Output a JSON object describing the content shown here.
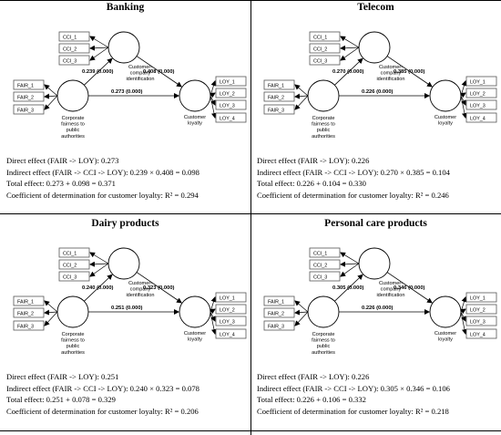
{
  "panels": [
    {
      "title": "Banking",
      "ind_fair": [
        "FAIR_1",
        "FAIR_2",
        "FAIR_3"
      ],
      "ind_cci": [
        "CCI_1",
        "CCI_2",
        "CCI_3"
      ],
      "ind_loy": [
        "LOY_1",
        "LOY_2",
        "LOY_3",
        "LOY_4"
      ],
      "fair_label": [
        "Corporate",
        "fairness to",
        "public",
        "authorities"
      ],
      "cci_label": [
        "Customer-",
        "company",
        "identification"
      ],
      "loy_label": [
        "Customer",
        "loyalty"
      ],
      "path_fair_cci": "0.239 (0.000)",
      "path_cci_loy": "0.408 (0.000)",
      "path_fair_loy": "0.273 (0.000)",
      "stats": [
        "Direct effect (FAIR -> LOY): 0.273",
        "Indirect effect (FAIR -> CCI -> LOY): 0.239 × 0.408 = 0.098",
        "Total effect: 0.273 + 0.098 = 0.371",
        "Coefficient of determination for customer loyalty: R² = 0.294"
      ]
    },
    {
      "title": "Telecom",
      "ind_fair": [
        "FAIR_1",
        "FAIR_2",
        "FAIR_3"
      ],
      "ind_cci": [
        "CCI_1",
        "CCI_2",
        "CCI_3"
      ],
      "ind_loy": [
        "LOY_1",
        "LOY_2",
        "LOY_3",
        "LOY_4"
      ],
      "fair_label": [
        "Corporate",
        "fairness to",
        "public",
        "authorities"
      ],
      "cci_label": [
        "Customer-",
        "company",
        "identification"
      ],
      "loy_label": [
        "Customer",
        "loyalty"
      ],
      "path_fair_cci": "0.270 (0.000)",
      "path_cci_loy": "0.385 (0.000)",
      "path_fair_loy": "0.226 (0.000)",
      "stats": [
        "Direct effect (FAIR -> LOY): 0.226",
        "Indirect effect (FAIR -> CCI -> LOY): 0.270 × 0.385 = 0.104",
        "Total effect: 0.226 + 0.104 = 0.330",
        "Coefficient of determination for customer loyalty: R² = 0.246"
      ]
    },
    {
      "title": "Dairy products",
      "ind_fair": [
        "FAIR_1",
        "FAIR_2",
        "FAIR_3"
      ],
      "ind_cci": [
        "CCI_1",
        "CCI_2",
        "CCI_3"
      ],
      "ind_loy": [
        "LOY_1",
        "LOY_2",
        "LOY_3",
        "LOY_4"
      ],
      "fair_label": [
        "Corporate",
        "fairness to",
        "public",
        "authorities"
      ],
      "cci_label": [
        "Customer-",
        "company",
        "identification"
      ],
      "loy_label": [
        "Customer",
        "loyalty"
      ],
      "path_fair_cci": "0.240 (0.000)",
      "path_cci_loy": "0.323 (0.000)",
      "path_fair_loy": "0.251 (0.000)",
      "stats": [
        "Direct effect (FAIR -> LOY): 0.251",
        "Indirect effect (FAIR -> CCI -> LOY): 0.240 × 0.323 = 0.078",
        "Total effect: 0.251 + 0.078 = 0.329",
        "Coefficient of determination for customer loyalty: R² = 0.206"
      ]
    },
    {
      "title": "Personal care products",
      "ind_fair": [
        "FAIR_1",
        "FAIR_2",
        "FAIR_3"
      ],
      "ind_cci": [
        "CCI_1",
        "CCI_2",
        "CCI_3"
      ],
      "ind_loy": [
        "LOY_1",
        "LOY_2",
        "LOY_3",
        "LOY_4"
      ],
      "fair_label": [
        "Corporate",
        "fairness to",
        "public",
        "authorities"
      ],
      "cci_label": [
        "Customer-",
        "company",
        "identification"
      ],
      "loy_label": [
        "Customer",
        "loyalty"
      ],
      "path_fair_cci": "0.305 (0.000)",
      "path_cci_loy": "0.346 (0.000)",
      "path_fair_loy": "0.226 (0.000)",
      "stats": [
        "Direct effect (FAIR -> LOY): 0.226",
        "Indirect effect (FAIR -> CCI -> LOY): 0.305 × 0.346 = 0.106",
        "Total effect: 0.226 + 0.106 = 0.332",
        "Coefficient of determination for customer loyalty: R² = 0.218"
      ]
    }
  ]
}
